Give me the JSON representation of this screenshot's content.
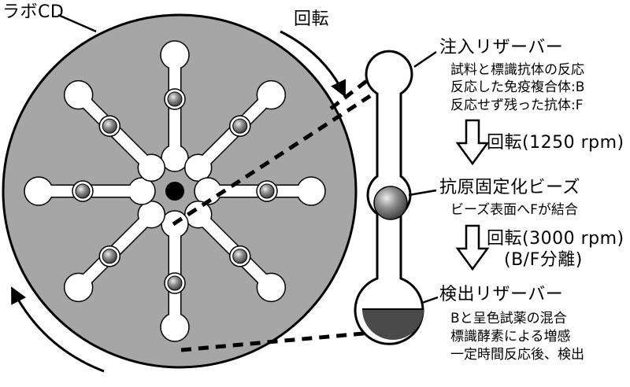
{
  "disc": {
    "label": "ラボCD"
  },
  "rotation_label": "回転",
  "steps": {
    "injection": {
      "title": "注入リザーバー",
      "lines": [
        "試料と標識抗体の反応",
        "反応した免疫複合体:B",
        "反応せず残った抗体:F"
      ]
    },
    "spin1": {
      "label": "回転(1250 rpm)"
    },
    "beads": {
      "title": "抗原固定化ビーズ",
      "lines": [
        "ビーズ表面へFが結合"
      ]
    },
    "spin2": {
      "label": "回転(3000 rpm)",
      "sub": "(B/F分離)"
    },
    "detection": {
      "title": "検出リザーバー",
      "lines": [
        "Bと呈色試薬の混合",
        "標識酵素による増感",
        "一定時間反応後、検出"
      ]
    }
  },
  "colors": {
    "disc_fill": "#a6a6a6",
    "channel_fill": "#ffffff",
    "bead": "#6e6e6e",
    "detected_liquid": "#4a4a4a",
    "outline": "#000000"
  }
}
